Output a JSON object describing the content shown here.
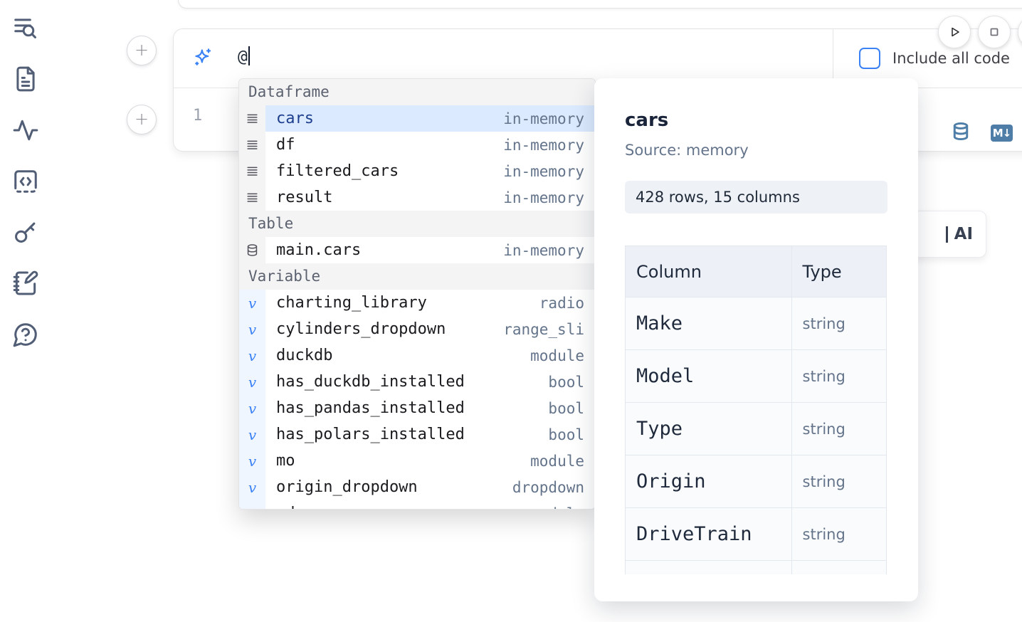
{
  "sidebar": {
    "icons": [
      "toc-search",
      "file-document",
      "activity",
      "code-snippets",
      "key",
      "scratchpad",
      "help-chat"
    ]
  },
  "cell": {
    "add_cell_label": "+",
    "ai_prompt": {
      "value": "@",
      "include_all_code": {
        "label": "Include all code",
        "checked": false
      }
    },
    "editor": {
      "line_number": "1"
    }
  },
  "autocomplete": {
    "sections": [
      {
        "label": "Dataframe",
        "items": [
          {
            "name": "cars",
            "type": "in-memory",
            "selected": true
          },
          {
            "name": "df",
            "type": "in-memory",
            "selected": false
          },
          {
            "name": "filtered_cars",
            "type": "in-memory",
            "selected": false
          },
          {
            "name": "result",
            "type": "in-memory",
            "selected": false
          }
        ]
      },
      {
        "label": "Table",
        "items": [
          {
            "name": "main.cars",
            "type": "in-memory",
            "selected": false
          }
        ]
      },
      {
        "label": "Variable",
        "items": [
          {
            "name": "charting_library",
            "type": "radio",
            "selected": false
          },
          {
            "name": "cylinders_dropdown",
            "type": "range_sli",
            "selected": false
          },
          {
            "name": "duckdb",
            "type": "module",
            "selected": false
          },
          {
            "name": "has_duckdb_installed",
            "type": "bool",
            "selected": false
          },
          {
            "name": "has_pandas_installed",
            "type": "bool",
            "selected": false
          },
          {
            "name": "has_polars_installed",
            "type": "bool",
            "selected": false
          },
          {
            "name": "mo",
            "type": "module",
            "selected": false
          },
          {
            "name": "origin_dropdown",
            "type": "dropdown",
            "selected": false
          },
          {
            "name": "pd",
            "type": "module",
            "selected": false
          }
        ]
      }
    ]
  },
  "preview": {
    "title": "cars",
    "source": "Source: memory",
    "shape": "428 rows, 15 columns",
    "table": {
      "headers": [
        "Column",
        "Type"
      ],
      "rows": [
        {
          "column": "Make",
          "type": "string"
        },
        {
          "column": "Model",
          "type": "string"
        },
        {
          "column": "Type",
          "type": "string"
        },
        {
          "column": "Origin",
          "type": "string"
        },
        {
          "column": "DriveTrain",
          "type": "string"
        },
        {
          "column": "",
          "type": ""
        }
      ]
    }
  },
  "generate_ai_button": {
    "visible_label": "AI"
  },
  "colors": {
    "accent_blue": "#3b82f6",
    "selection_bg": "#dbeafe",
    "sidebar_icon": "#515e76",
    "toolbar_blue": "#4e7ea8",
    "muted_text": "#64748b"
  }
}
